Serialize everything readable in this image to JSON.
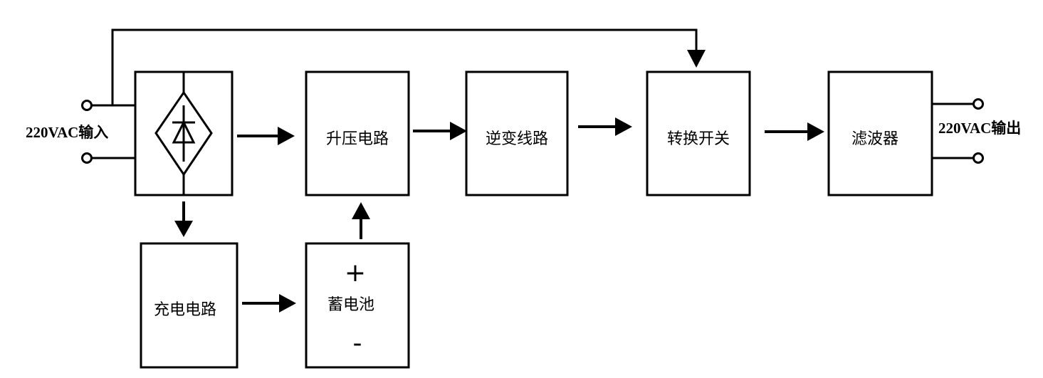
{
  "input_label": "220VAC输入",
  "output_label": "220VAC输出",
  "blocks": {
    "boost": "升压电路",
    "inverter": "逆变线路",
    "switch": "转换开关",
    "filter": "滤波器",
    "charger": "充电电路",
    "battery": "蓄电池"
  },
  "battery_plus": "+",
  "battery_minus": "-"
}
